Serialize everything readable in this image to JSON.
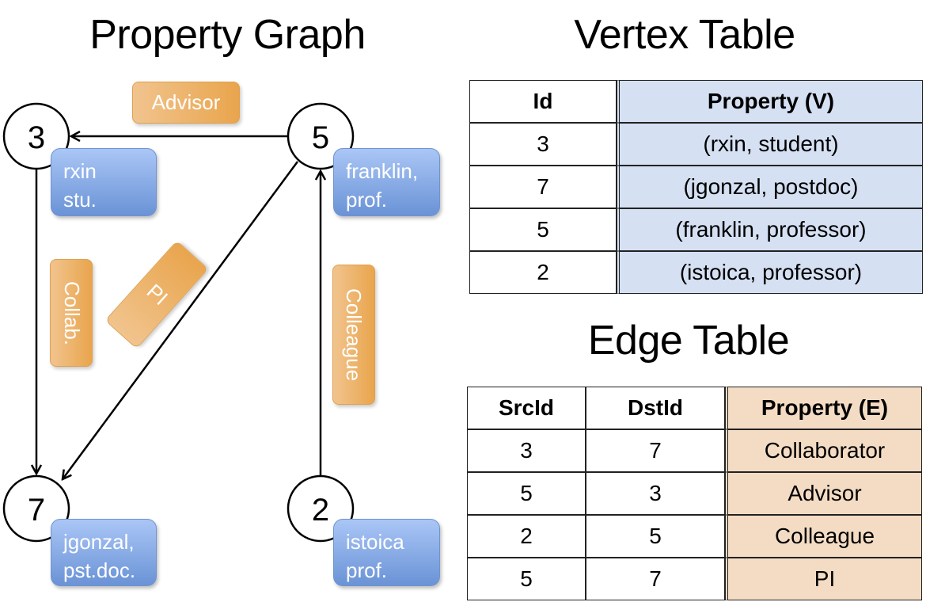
{
  "graph": {
    "title": "Property Graph",
    "nodes": [
      {
        "id": "3",
        "name": "rxin",
        "role": "stu."
      },
      {
        "id": "5",
        "name": "franklin,",
        "role": "prof."
      },
      {
        "id": "7",
        "name": "jgonzal,",
        "role": "pst.doc."
      },
      {
        "id": "2",
        "name": "istoica",
        "role": "prof."
      }
    ],
    "edge_labels": {
      "advisor": "Advisor",
      "collab": "Collab.",
      "pi": "PI",
      "colleague": "Colleague"
    },
    "colors": {
      "vertex_box": "#7fa3e0",
      "edge_box": "#eba955"
    }
  },
  "vertex_table": {
    "title": "Vertex Table",
    "headers": [
      "Id",
      "Property (V)"
    ],
    "rows": [
      [
        "3",
        "(rxin, student)"
      ],
      [
        "7",
        "(jgonzal, postdoc)"
      ],
      [
        "5",
        "(franklin, professor)"
      ],
      [
        "2",
        "(istoica, professor)"
      ]
    ],
    "color": "#d5e0f2"
  },
  "edge_table": {
    "title": "Edge Table",
    "headers": [
      "SrcId",
      "DstId",
      "Property (E)"
    ],
    "rows": [
      [
        "3",
        "7",
        "Collaborator"
      ],
      [
        "5",
        "3",
        "Advisor"
      ],
      [
        "2",
        "5",
        "Colleague"
      ],
      [
        "5",
        "7",
        "PI"
      ]
    ],
    "color": "#f4dcc4"
  }
}
